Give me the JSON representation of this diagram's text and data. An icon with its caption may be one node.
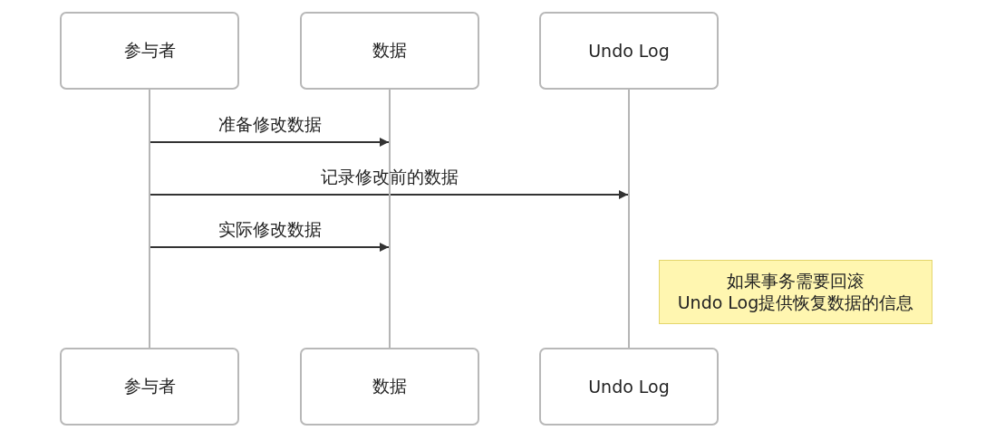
{
  "diagram": {
    "nodes": [
      {
        "text": [
          "参与者"
        ]
      },
      {
        "text": [
          "数据"
        ]
      },
      {
        "text": [
          "Undo Log"
        ]
      },
      {
        "text": [],
        "shape": "line"
      },
      {
        "text": [],
        "shape": "line"
      },
      {
        "text": [],
        "shape": "line"
      },
      {
        "text": [
          "如果事务需要回滚",
          "Undo Log提供恢复数据的信息"
        ]
      },
      {
        "text": [
          "参与者"
        ]
      },
      {
        "text": [
          "数据"
        ]
      },
      {
        "text": [
          "Undo Log"
        ]
      }
    ],
    "edges": [
      {
        "from": 3,
        "to": 4,
        "arrow": "to",
        "label": "准备修改数据"
      },
      {
        "from": 3,
        "to": 5,
        "arrow": "to",
        "label": "记录修改前的数据"
      },
      {
        "from": 3,
        "to": 4,
        "arrow": "to",
        "label": "实际修改数据"
      }
    ]
  }
}
